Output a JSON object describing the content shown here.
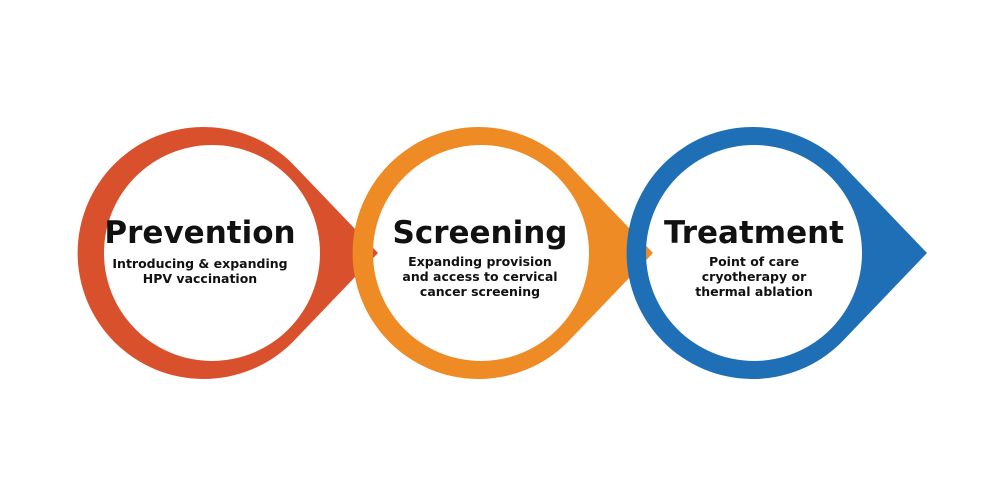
{
  "stages": [
    {
      "title": "Prevention",
      "description": [
        "Introducing & expanding",
        "HPV vaccination"
      ],
      "color": "#D9512C"
    },
    {
      "title": "Screening",
      "description": [
        "Expanding provision",
        "and access to cervical",
        "cancer screening"
      ],
      "color": "#EE8B25"
    },
    {
      "title": "Treatment",
      "description": [
        "Point of care",
        "cryotherapy or",
        "thermal ablation"
      ],
      "color": "#1E6FB5"
    }
  ]
}
